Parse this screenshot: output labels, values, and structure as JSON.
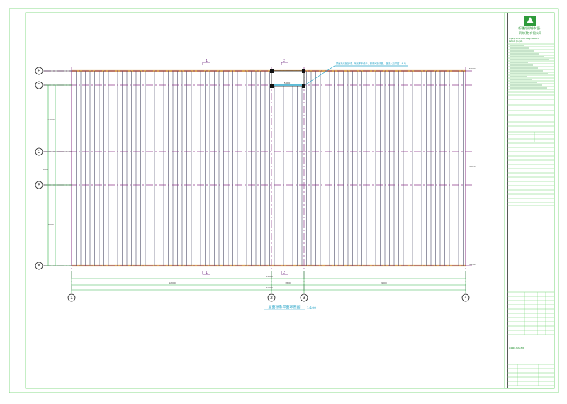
{
  "drawing": {
    "plan_title": "屋面檩条平面布置图",
    "scale": "1:100",
    "grid_letters": [
      "E",
      "D",
      "C",
      "B",
      "A"
    ],
    "grid_numbers": [
      "1",
      "2",
      "3",
      "4"
    ],
    "section_marks": [
      "1",
      "2"
    ],
    "callout_note": "屋面采光板区域，采光率不低于，檩条间距详图，做法（见详图1-A-A）",
    "dimensions": {
      "top_total": "21000",
      "bottom_total": "21000",
      "bottom_span_1_2": "12000",
      "bottom_span_2_3": "1800",
      "bottom_span_3_4": "9000",
      "left_total": "12000",
      "left_span_d_b": "6000",
      "left_span_b_a": "6000"
    },
    "elevations": {
      "top_right": "5.000",
      "mid_right": "4.350",
      "bottom_right": "4.200",
      "mid_top": "5.000"
    }
  },
  "title_block": {
    "company_line1": "新疆苏润城市设计",
    "company_line2": "研究(院)有限公司",
    "company_en1": "Xinjiang Surun Urban Design Research",
    "company_en2": "Institute (Co.) Ltd.",
    "drawing_name": "屋面檩条平面布置图",
    "colors": {
      "logo": "#2e9b3b",
      "company_text": "#1f8f2c"
    }
  }
}
